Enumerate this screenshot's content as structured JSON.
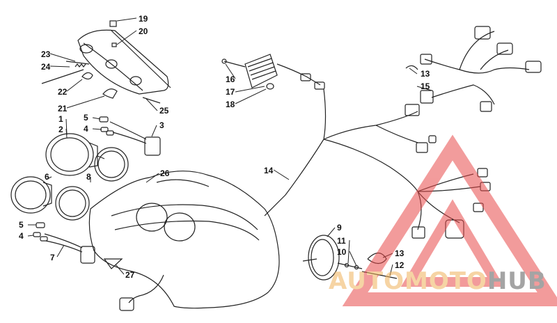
{
  "diagram": {
    "type": "exploded parts diagram",
    "labels": [
      "19",
      "20",
      "23",
      "24",
      "22",
      "21",
      "25",
      "5",
      "4",
      "1",
      "2",
      "3",
      "6",
      "8",
      "26",
      "5",
      "4",
      "7",
      "27",
      "16",
      "17",
      "18",
      "14",
      "13",
      "15",
      "9",
      "11",
      "10",
      "13",
      "12"
    ]
  },
  "watermark": {
    "brand_part1": "AUTO",
    "brand_part2": "MOTO",
    "brand_part3": "HUB",
    "accent_color": "#e84a4a",
    "text_color": "#f0b15a",
    "hub_color": "#5a5a5a"
  }
}
